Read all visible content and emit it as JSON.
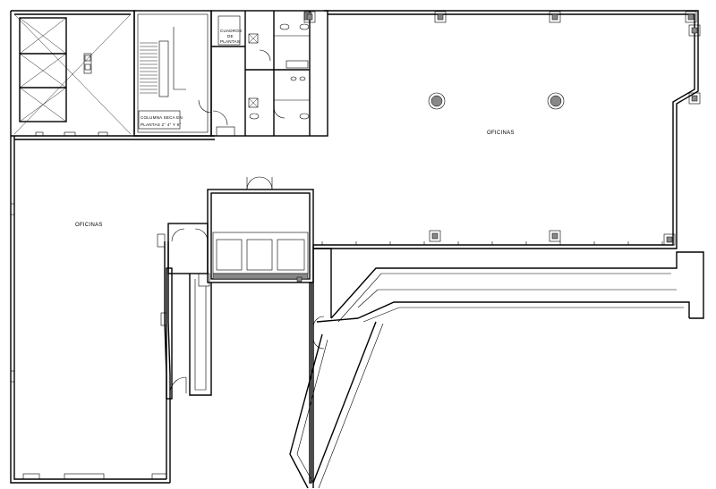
{
  "labels": {
    "office_north": "OFICINAS",
    "office_west": "OFICINAS",
    "meter_box_line1": "CUADROS",
    "meter_box_line2": "DE",
    "meter_box_line3": "PLANTAS",
    "column_note_line1": "COLUMNA SECA EN",
    "column_note_line2": "PLANTAS 2° 4° Y 6°"
  }
}
